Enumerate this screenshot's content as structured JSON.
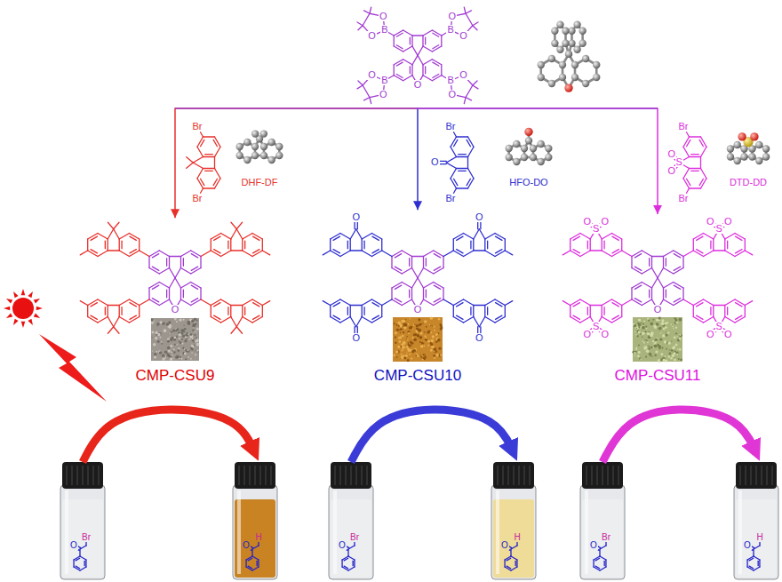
{
  "diagram": {
    "nodes": [
      {
        "text": [
          "O",
          "B",
          "O",
          "O",
          "B",
          "O",
          "O",
          "B",
          "O",
          "O",
          "B",
          "O",
          "O"
        ]
      },
      {
        "text": [
          "Br",
          "Br",
          "DHF-DF"
        ]
      },
      {
        "text": [
          "O",
          "Br",
          "Br",
          "HFO-DO"
        ]
      },
      {
        "text": [
          "S",
          "O",
          "O",
          "Br",
          "Br",
          "DTD-DD"
        ]
      },
      {
        "text": [
          "O",
          "CMP-CSU9"
        ]
      },
      {
        "text": [
          "O",
          "O",
          "O",
          "O",
          "O",
          "CMP-CSU10"
        ]
      },
      {
        "text": [
          "O",
          "S",
          "O",
          "O",
          "S",
          "O",
          "O",
          "S",
          "O",
          "O",
          "S",
          "O",
          "O",
          "CMP-CSU11"
        ]
      },
      {
        "text": [
          "O",
          "Br"
        ]
      },
      {
        "text": [
          "O",
          "H"
        ]
      },
      {
        "text": [
          "O",
          "Br"
        ]
      },
      {
        "text": [
          "O",
          "H"
        ]
      },
      {
        "text": [
          "O",
          "Br"
        ]
      },
      {
        "text": [
          "O",
          "H"
        ]
      }
    ],
    "edges": [
      {
        "from": 0,
        "to": 4,
        "arrow": "to"
      },
      {
        "from": 0,
        "to": 5,
        "arrow": "to"
      },
      {
        "from": 0,
        "to": 6,
        "arrow": "to"
      },
      {
        "from": 7,
        "to": 8,
        "arrow": "to"
      },
      {
        "from": 9,
        "to": 10,
        "arrow": "to"
      },
      {
        "from": 11,
        "to": 12,
        "arrow": "to"
      }
    ]
  }
}
